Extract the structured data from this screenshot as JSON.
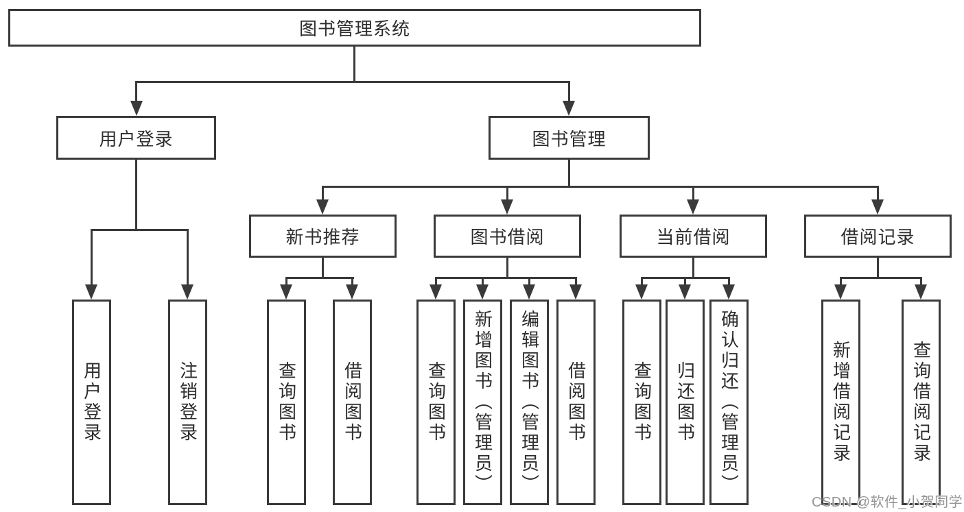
{
  "colors": {
    "line": "#3a3a3a",
    "text": "#2d2d2d",
    "background": "#ffffff",
    "watermark": "#949494"
  },
  "diagram": {
    "root": {
      "label": "图书管理系统"
    },
    "level2": [
      {
        "label": "用户登录"
      },
      {
        "label": "图书管理"
      }
    ],
    "level3": [
      {
        "label": "新书推荐"
      },
      {
        "label": "图书借阅"
      },
      {
        "label": "当前借阅"
      },
      {
        "label": "借阅记录"
      }
    ],
    "leaves": {
      "user_login": [
        {
          "label": "用户登录"
        },
        {
          "label": "注销登录"
        }
      ],
      "new_book": [
        {
          "label": "查询图书"
        },
        {
          "label": "借阅图书"
        }
      ],
      "book_borrow": [
        {
          "label": "查询图书"
        },
        {
          "label": "新增图书（管理员）"
        },
        {
          "label": "编辑图书（管理员）"
        },
        {
          "label": "借阅图书"
        }
      ],
      "current_borrow": [
        {
          "label": "查询图书"
        },
        {
          "label": "归还图书"
        },
        {
          "label": "确认归还（管理员）"
        }
      ],
      "borrow_record": [
        {
          "label": "新增借阅记录"
        },
        {
          "label": "查询借阅记录"
        }
      ]
    }
  },
  "watermark": {
    "text": "CSDN @软件_小贺同学"
  }
}
